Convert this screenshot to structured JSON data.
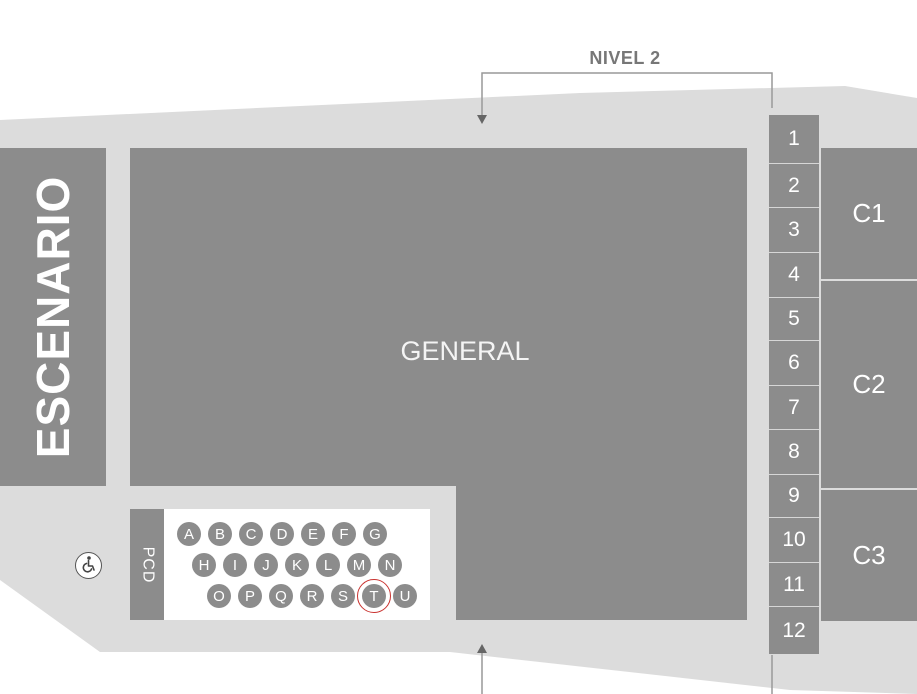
{
  "labels": {
    "nivel": "NIVEL 2",
    "escenario": "ESCENARIO",
    "general": "GENERAL",
    "pcd": "PCD"
  },
  "rows": [
    "1",
    "2",
    "3",
    "4",
    "5",
    "6",
    "7",
    "8",
    "9",
    "10",
    "11",
    "12"
  ],
  "side_zones": [
    "C1",
    "C2",
    "C3"
  ],
  "seat_rows": [
    [
      "A",
      "B",
      "C",
      "D",
      "E",
      "F",
      "G"
    ],
    [
      "H",
      "I",
      "J",
      "K",
      "L",
      "M",
      "N"
    ],
    [
      "O",
      "P",
      "Q",
      "R",
      "S",
      "T",
      "U"
    ]
  ],
  "selected_seat": "T",
  "icons": {
    "accessibility": "wheelchair-icon"
  },
  "colors": {
    "zone": "#8c8c8c",
    "floor": "#dcdcdc",
    "selection": "#c9322f"
  }
}
